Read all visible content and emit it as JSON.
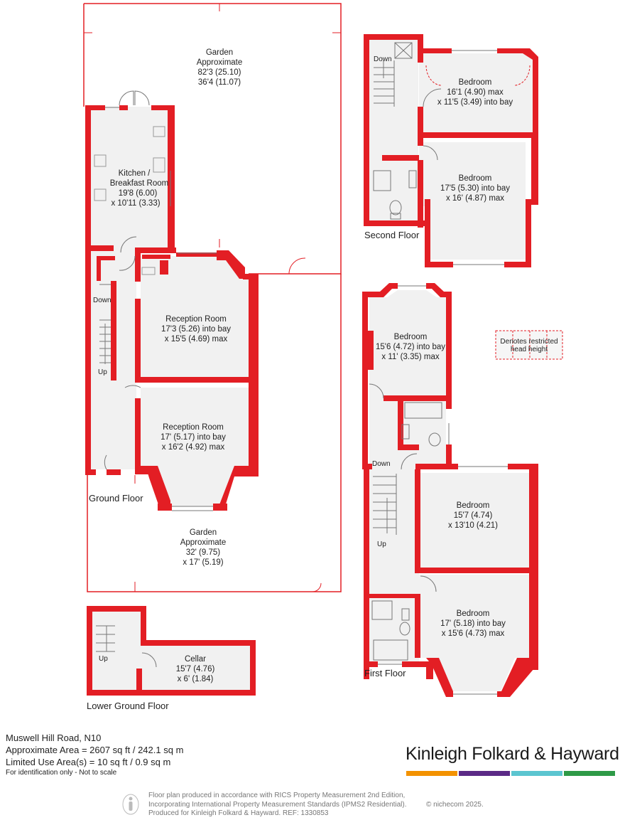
{
  "colors": {
    "wall": "#e31e24",
    "floor": "#f1f1f1",
    "line": "#555555",
    "brand_bars": [
      "#f39200",
      "#5b2a86",
      "#5bc5d0",
      "#2e9a47"
    ]
  },
  "garden_rear": {
    "title": "Garden",
    "approx": "Approximate",
    "dim1": "82'3 (25.10)",
    "dim2": "36'4 (11.07)"
  },
  "garden_front": {
    "title": "Garden",
    "approx": "Approximate",
    "dim1": "32' (9.75)",
    "dim2": "x 17' (5.19)"
  },
  "ground_floor": {
    "label": "Ground Floor",
    "kitchen": {
      "name1": "Kitchen /",
      "name2": "Breakfast Room",
      "dim1": "19'8 (6.00)",
      "dim2": "x 10'11 (3.33)"
    },
    "reception1": {
      "name": "Reception Room",
      "dim1": "17'3 (5.26) into bay",
      "dim2": "x 15'5 (4.69) max"
    },
    "reception2": {
      "name": "Reception Room",
      "dim1": "17' (5.17) into bay",
      "dim2": "x 16'2 (4.92) max"
    },
    "down": "Down",
    "up": "Up"
  },
  "lower_ground_floor": {
    "label": "Lower Ground Floor",
    "cellar": {
      "name": "Cellar",
      "dim1": "15'7 (4.76)",
      "dim2": "x 6' (1.84)"
    },
    "up": "Up"
  },
  "second_floor": {
    "label": "Second Floor",
    "bedroom1": {
      "name": "Bedroom",
      "dim1": "16'1 (4.90) max",
      "dim2": "x 11'5 (3.49) into bay"
    },
    "bedroom2": {
      "name": "Bedroom",
      "dim1": "17'5 (5.30) into bay",
      "dim2": "x 16' (4.87) max"
    },
    "down": "Down"
  },
  "first_floor": {
    "label": "First Floor",
    "bedroom1": {
      "name": "Bedroom",
      "dim1": "15'6 (4.72) into bay",
      "dim2": "x 11' (3.35) max"
    },
    "bedroom2": {
      "name": "Bedroom",
      "dim1": "15'7 (4.74)",
      "dim2": "x 13'10 (4.21)"
    },
    "bedroom3": {
      "name": "Bedroom",
      "dim1": "17' (5.18) into bay",
      "dim2": "x 15'6 (4.73) max"
    },
    "down": "Down",
    "up": "Up"
  },
  "legend": {
    "line1": "Denotes restricted",
    "line2": "head height"
  },
  "property": {
    "address": "Muswell Hill Road, N10",
    "area": "Approximate Area = 2607 sq ft / 242.1 sq m",
    "limited": "Limited Use Area(s) = 10 sq ft / 0.9 sq m",
    "note": "For identification only - Not to scale"
  },
  "brand": {
    "name": "Kinleigh Folkard & Hayward"
  },
  "footer": {
    "line1": "Floor plan produced in accordance with RICS Property Measurement 2nd Edition,",
    "line2": "Incorporating International Property Measurement Standards (IPMS2 Residential).",
    "line3": "Produced for Kinleigh Folkard & Hayward.   REF: 1330853",
    "copyright": "© nichecom 2025."
  }
}
